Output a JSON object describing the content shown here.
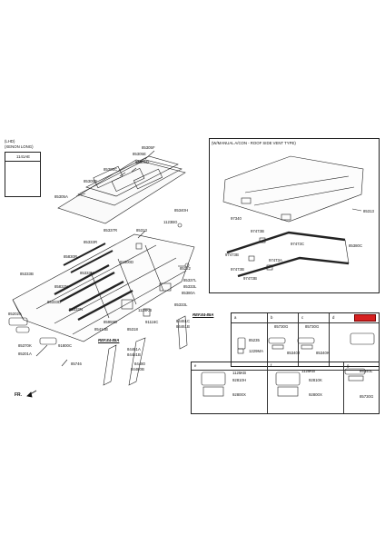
{
  "header": {
    "variant": "(LHD)",
    "variant2": "(XENON LONG)"
  },
  "inset_box": {
    "part": "1141AE"
  },
  "vent_box": {
    "title": "(W/MANUAL A/CON - ROOF SIDE VENT TYPE)"
  },
  "refs": [
    "REF.84-85A",
    "REF.84-85A"
  ],
  "fr_label": "FR.",
  "labels": {
    "l85305f": "85305F",
    "l85305e": "85305E",
    "l85305d": "85305D",
    "l85305c": "85305C",
    "l85305b": "85305B",
    "l85305a": "85305A",
    "l85340h": "85340H",
    "l1123bg": "1123BG",
    "l85337r": "85337R",
    "l85313": "85313",
    "l85333r": "85333R",
    "l85830r": "85830R",
    "l91800d": "91800D",
    "l85333b": "85333B",
    "l85333m": "85333M",
    "l85222": "85222",
    "l85832n": "85832N",
    "l85337l": "85337L",
    "l85333l": "85333L",
    "l85380a": "85380A",
    "l85333d": "85333D",
    "l85332n": "85332N",
    "l1129kb": "1129KB",
    "l85333l2": "85333L",
    "l85202a": "85202A",
    "l85959d": "85959D",
    "l91116c": "91116C",
    "l85414b": "85414B",
    "l85318": "85318",
    "l84461c": "84461C",
    "l84461b": "84461B",
    "l85370k": "85370K",
    "l85201a": "85201A",
    "l91800c": "91800C",
    "l85746": "85746",
    "l84461a": "84461A",
    "l84481b": "84481B",
    "l84480": "84480",
    "l84480b": "84480B",
    "l85313b": "85313",
    "l97340": "97340",
    "l97473b": "97473B",
    "l97473c": "97473C",
    "l85380c": "85380C",
    "l97473b2": "97473B",
    "l97473a": "97473A",
    "l97473b3": "97473B",
    "p_a_1": "85235",
    "p_a_2": "1229MA",
    "p_b_1": "85730G",
    "p_b_2": "85340J",
    "p_c_1": "85730G",
    "p_c_2": "85340K",
    "p_e_1": "1125KB",
    "p_e_2": "92810H",
    "p_e_3": "92800X",
    "p_f_1": "1125KB",
    "p_f_2": "92810K",
    "p_f_3": "92800X",
    "p_g_1": "85340L",
    "p_g_2": "85730G"
  },
  "circles": [
    "a",
    "b",
    "c",
    "d",
    "e",
    "f",
    "g"
  ],
  "colors": {
    "highlight": "#d62020",
    "line": "#222222"
  }
}
